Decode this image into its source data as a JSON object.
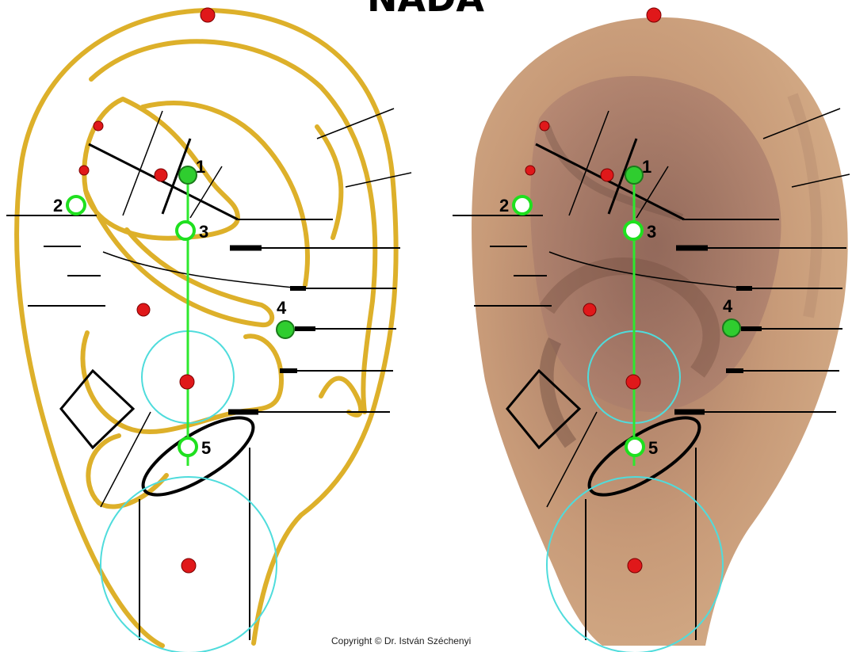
{
  "title": "NADA",
  "copyright": "Copyright © Dr. István Széchenyi",
  "point_labels": {
    "p1": "1",
    "p2": "2",
    "p3": "3",
    "p4": "4",
    "p5": "5"
  },
  "colors": {
    "outline": "#ddb02a",
    "point_filled": "#2fcd2f",
    "point_ring": "#1fe01f",
    "meridian_line": "#2ee82e",
    "red_point": "#e0181a",
    "zone_circle": "#4fdcdc",
    "skin_light": "#d8b38c",
    "skin_dark": "#8f6a5a",
    "ink": "#000000"
  },
  "panels": [
    "line-drawing",
    "photo-overlay"
  ],
  "points": [
    {
      "id": "p1",
      "kind": "filled"
    },
    {
      "id": "p2",
      "kind": "ring"
    },
    {
      "id": "p3",
      "kind": "ring"
    },
    {
      "id": "p4",
      "kind": "filled"
    },
    {
      "id": "p5",
      "kind": "ring"
    }
  ]
}
